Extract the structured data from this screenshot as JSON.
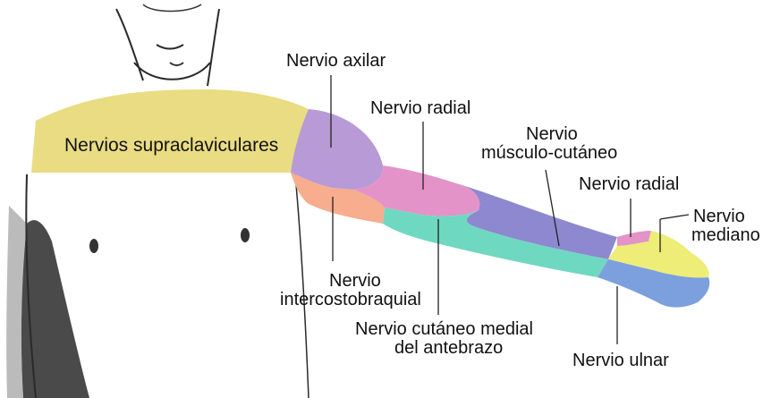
{
  "labels": {
    "supraclavicular": "Nervios supraclaviculares",
    "axillary": "Nervio axilar",
    "radial_upper": "Nervio radial",
    "musculocutaneous_1": "Nervio",
    "musculocutaneous_2": "músculo-cutáneo",
    "radial_hand": "Nervio radial",
    "median_1": "Nervio",
    "median_2": "mediano",
    "intercostobrachial_1": "Nervio",
    "intercostobrachial_2": "intercostobraquial",
    "medial_antebrachial_1": "Nervio cutáneo medial",
    "medial_antebrachial_2": "del antebrazo",
    "ulnar": "Nervio ulnar"
  },
  "colors": {
    "supraclavicular": "#e9dc82",
    "axillary": "#b89ad6",
    "radial": "#e393c8",
    "musculocutaneous": "#8e88d0",
    "intercostobrachial": "#f7ad8e",
    "medial_antebrachial": "#6fd8c0",
    "median": "#eded78",
    "ulnar": "#7c9fde",
    "line": "#222222",
    "skin_shading": "#2a2a2a"
  }
}
